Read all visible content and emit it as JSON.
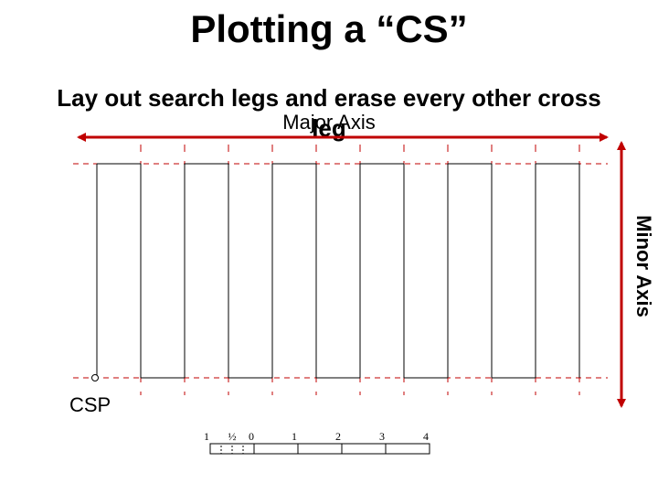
{
  "title": "Plotting a “CS”",
  "subtitle_line1": "Lay out search legs and erase every other cross",
  "subtitle_line2": "leg",
  "major_axis_label": "Major Axis",
  "minor_axis_label": "Minor Axis",
  "csp_label": "CSP",
  "scale": {
    "labels": [
      "1",
      "½",
      "0",
      "1",
      "2",
      "3",
      "4"
    ]
  },
  "colors": {
    "dashed_lines": "#c00000",
    "axis_arrows": "#c00000",
    "search_legs": "#000000"
  }
}
